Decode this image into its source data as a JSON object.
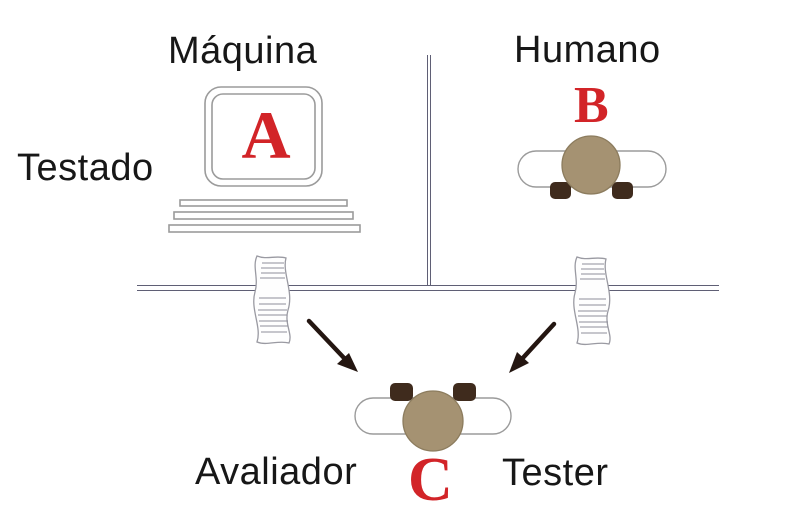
{
  "labels": {
    "machine": "Máquina",
    "human": "Humano",
    "tested": "Testado",
    "evaluator": "Avaliador",
    "tester": "Tester"
  },
  "letters": {
    "machine": "A",
    "human": "B",
    "evaluator": "C"
  },
  "icons": {
    "computer": "computer-icon: rounded monitor frame with three keyboard bars",
    "person_b": "person-top-view-icon: tan head circle over white desk pill, two dark hands facing the wall",
    "person_c": "person-top-view-icon: tan head circle over white desk pill, two dark hands facing the wall",
    "paper_left": "paper-scroll-icon: curved sheet with ruled text lines draped over the wall",
    "paper_right": "paper-scroll-icon: curved sheet with ruled text lines draped over the wall",
    "arrow_left": "diagonal-arrow-icon pointing down-right to the evaluator",
    "arrow_right": "diagonal-arrow-icon pointing down-left to the evaluator"
  },
  "colors": {
    "background": "#ffffff",
    "text": "#171717",
    "letter_red": "#d22428",
    "wall_line": "#5f5f75",
    "outline": "#9b9b9b",
    "head_fill": "#a59272",
    "head_stroke": "#8c7c5e",
    "hand_fill": "#3f2b1d",
    "paper_outline": "#9a9aa2",
    "paper_line": "#8f8f9b",
    "arrow": "#241611"
  }
}
